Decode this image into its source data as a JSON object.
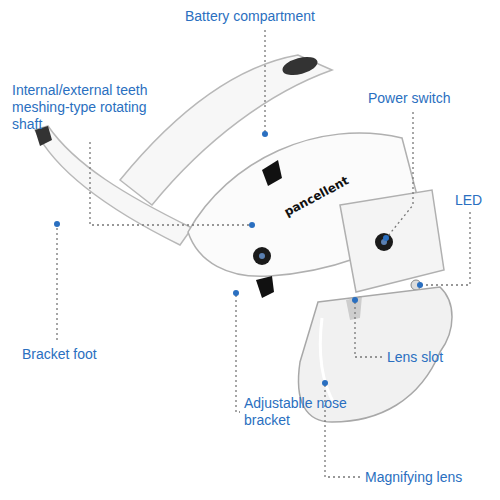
{
  "diagram": {
    "labels": [
      "Battery compartment",
      "Internal/external teeth meshing-type rotating shaft",
      "Power switch",
      "LED",
      "pancellent",
      "Bracket foot",
      "Lens slot",
      "Adjustablle nose bracket",
      "Magnifying lens"
    ]
  }
}
